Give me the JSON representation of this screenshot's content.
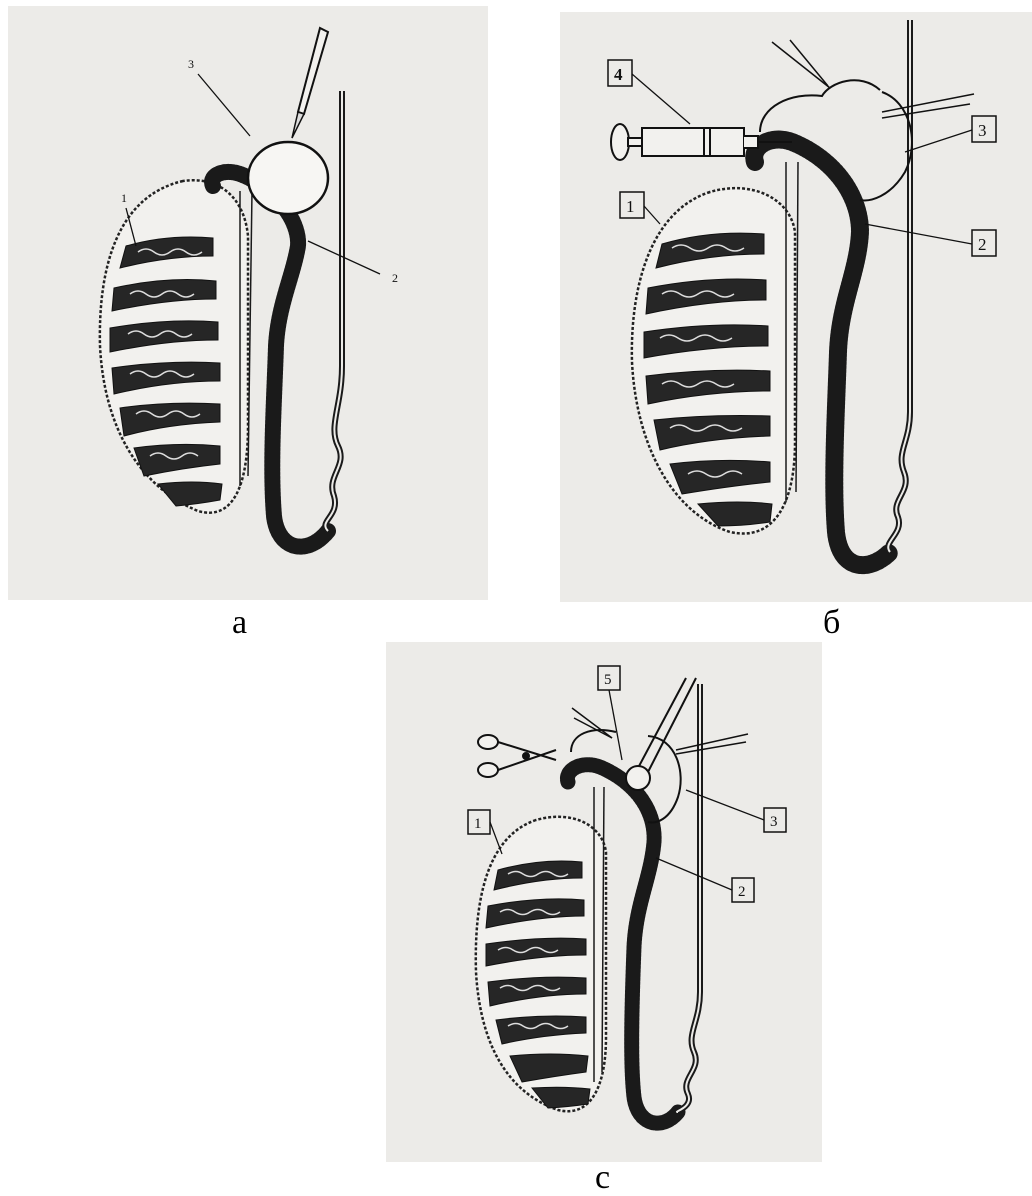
{
  "panels": [
    {
      "id": "a",
      "caption": "а",
      "labels": {
        "testis": "1",
        "epididymis": "2",
        "cyst": "3"
      }
    },
    {
      "id": "b",
      "caption": "б",
      "labels": {
        "testis": "1",
        "epididymis": "2",
        "cyst": "3",
        "syringe": "4"
      }
    },
    {
      "id": "c",
      "caption": "с",
      "labels": {
        "testis": "1",
        "epididymis": "2",
        "cyst": "3",
        "coagulator": "5"
      }
    }
  ]
}
